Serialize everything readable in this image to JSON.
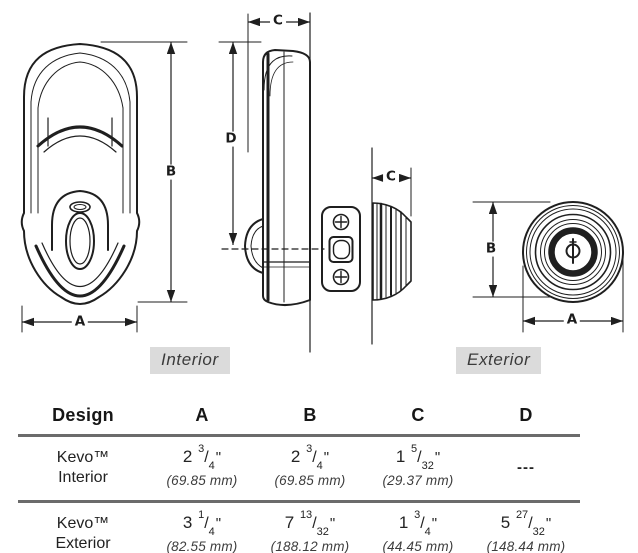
{
  "diagram": {
    "interior_label": "Interior",
    "exterior_label": "Exterior",
    "dim_labels": {
      "interior_b": "B",
      "interior_a": "A",
      "side_c": "C",
      "side_d": "D",
      "exterior_side_c": "C",
      "exterior_b": "B",
      "exterior_a": "A"
    },
    "line_color": "#1f1f1f",
    "label_bg": "#dbdbdb"
  },
  "table": {
    "rule_color": "#6b6b6b",
    "headers": [
      "Design",
      "A",
      "B",
      "C",
      "D"
    ],
    "rows": [
      {
        "name_line1": "Kevo™",
        "name_line2": "Interior",
        "values": [
          {
            "whole": "2",
            "num": "3",
            "den": "4",
            "unit": "\"",
            "mm": "(69.85 mm)"
          },
          {
            "whole": "2",
            "num": "3",
            "den": "4",
            "unit": "\"",
            "mm": "(69.85 mm)"
          },
          {
            "whole": "1",
            "num": "5",
            "den": "32",
            "unit": "\"",
            "mm": "(29.37 mm)"
          },
          {
            "dash": "---"
          }
        ]
      },
      {
        "name_line1": "Kevo™",
        "name_line2": "Exterior",
        "values": [
          {
            "whole": "3",
            "num": "1",
            "den": "4",
            "unit": "\"",
            "mm": "(82.55 mm)"
          },
          {
            "whole": "7",
            "num": "13",
            "den": "32",
            "unit": "\"",
            "mm": "(188.12 mm)"
          },
          {
            "whole": "1",
            "num": "3",
            "den": "4",
            "unit": "\"",
            "mm": "(44.45 mm)"
          },
          {
            "whole": "5",
            "num": "27",
            "den": "32",
            "unit": "\"",
            "mm": "(148.44 mm)"
          }
        ]
      }
    ]
  }
}
